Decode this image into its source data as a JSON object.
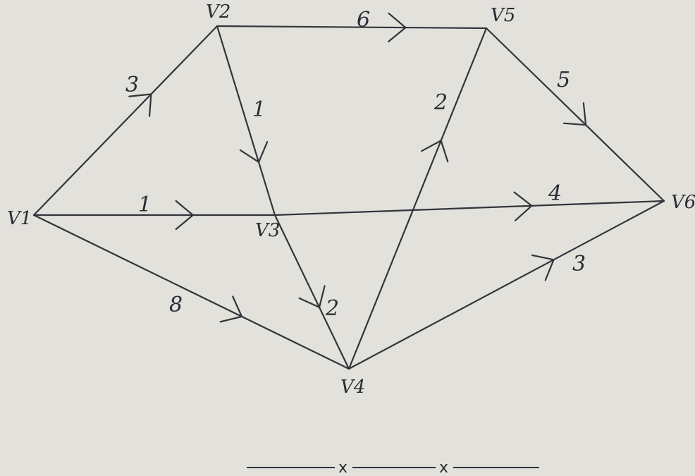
{
  "graph": {
    "vertices": [
      {
        "id": "v1",
        "label": "V1"
      },
      {
        "id": "v2",
        "label": "V2"
      },
      {
        "id": "v3",
        "label": "V3"
      },
      {
        "id": "v4",
        "label": "V4"
      },
      {
        "id": "v5",
        "label": "V5"
      },
      {
        "id": "v6",
        "label": "V6"
      }
    ],
    "edges": [
      {
        "from": "v1",
        "to": "v2",
        "weight": "3"
      },
      {
        "from": "v1",
        "to": "v3",
        "weight": "1"
      },
      {
        "from": "v1",
        "to": "v4",
        "weight": "8"
      },
      {
        "from": "v2",
        "to": "v3",
        "weight": "1"
      },
      {
        "from": "v2",
        "to": "v5",
        "weight": "6"
      },
      {
        "from": "v3",
        "to": "v4",
        "weight": "2"
      },
      {
        "from": "v3",
        "to": "v6",
        "weight": "4"
      },
      {
        "from": "v4",
        "to": "v5",
        "weight": "2"
      },
      {
        "from": "v4",
        "to": "v6",
        "weight": "3"
      },
      {
        "from": "v5",
        "to": "v6",
        "weight": "5"
      }
    ]
  },
  "footer": {
    "marks": [
      "x",
      "x"
    ]
  }
}
